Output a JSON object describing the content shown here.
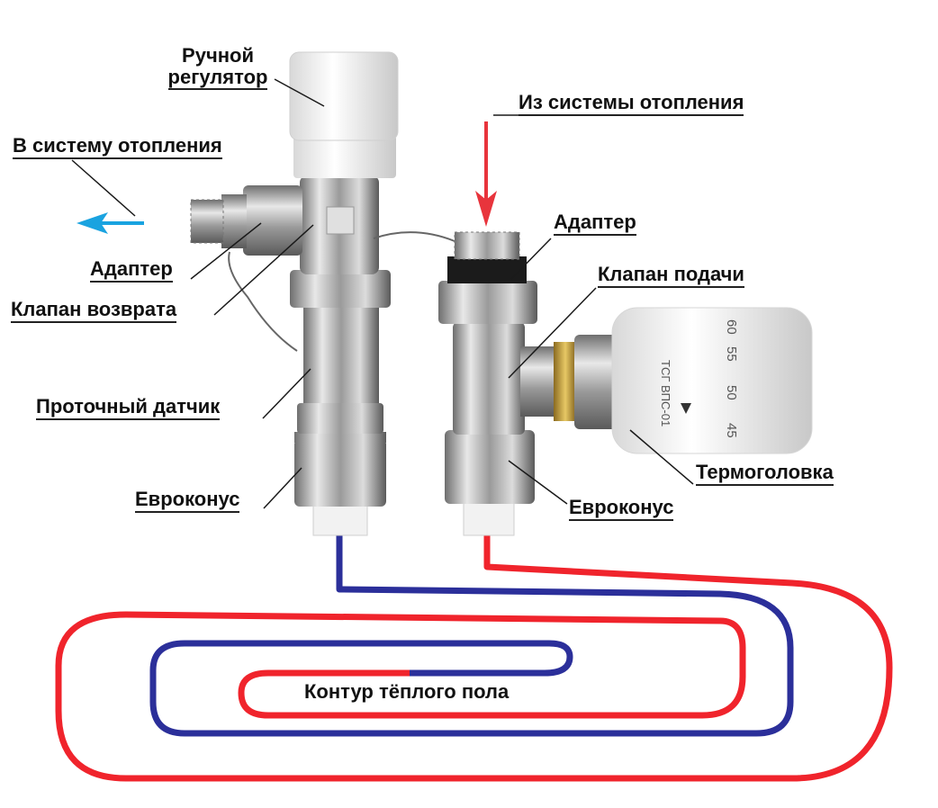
{
  "labels": {
    "manual_regulator_1": "Ручной",
    "manual_regulator_2": "регулятор",
    "to_heating": "В систему отопления",
    "from_heating": "Из системы отопления",
    "adapter_left": "Адаптер",
    "adapter_right": "Адаптер",
    "return_valve": "Клапан возврата",
    "supply_valve": "Клапан подачи",
    "flow_sensor": "Проточный датчик",
    "thermo_head": "Термоголовка",
    "euroconus_left": "Евроконус",
    "euroconus_right": "Евроконус",
    "floor_circuit": "Контур тёплого пола"
  },
  "thermo_head": {
    "scale": [
      "60",
      "55",
      "50",
      "45"
    ],
    "model": "ТСГ ВПС-01"
  },
  "colors": {
    "hot": "#f0242c",
    "cold": "#2b2f9a",
    "arrow_out": "#1aa3e0",
    "arrow_in": "#e8343c"
  }
}
